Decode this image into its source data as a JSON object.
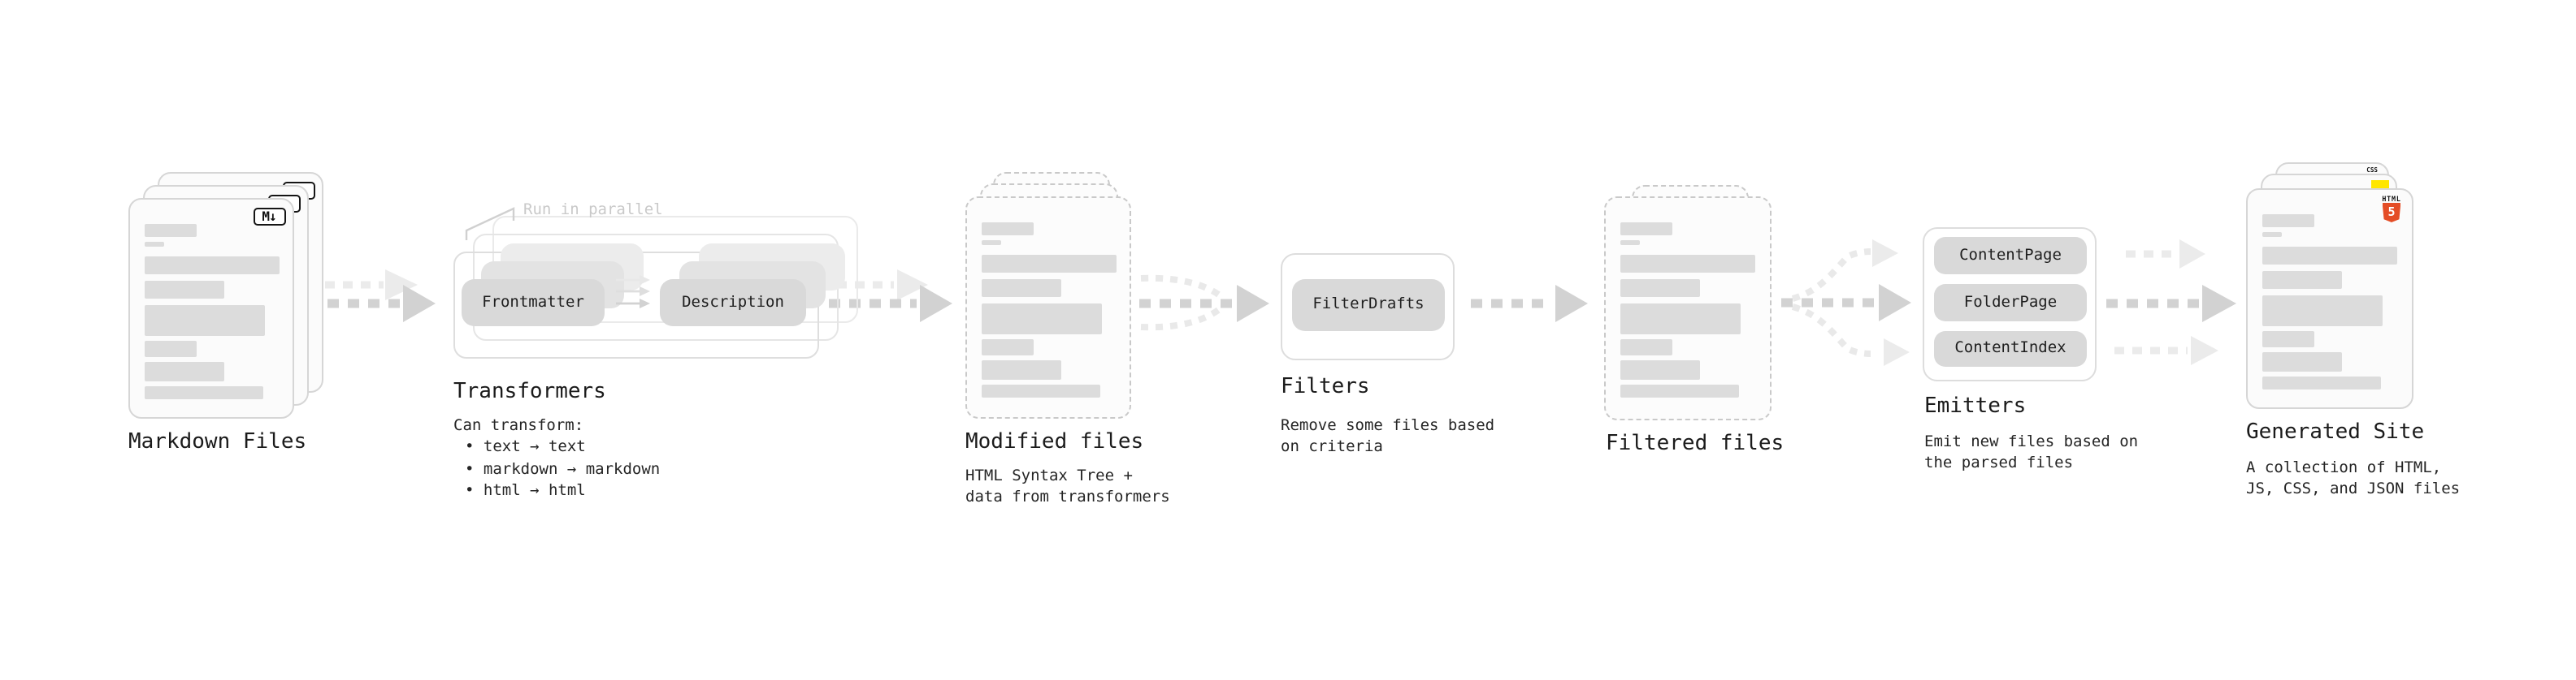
{
  "stages": {
    "markdown": {
      "label": "Markdown Files",
      "badge": "M↓"
    },
    "transformers": {
      "label": "Transformers",
      "annotation": "Run in parallel",
      "step1": "Frontmatter",
      "step2": "Description",
      "desc_title": "Can transform:",
      "bullets": [
        "• text → text",
        "• markdown → markdown",
        "• html → html"
      ]
    },
    "modified": {
      "label": "Modified files",
      "desc_line1": "HTML Syntax Tree +",
      "desc_line2": "data from transformers"
    },
    "filters": {
      "label": "Filters",
      "step1": "FilterDrafts",
      "desc_line1": "Remove some files based",
      "desc_line2": "on criteria"
    },
    "filtered": {
      "label": "Filtered files"
    },
    "emitters": {
      "label": "Emitters",
      "step1": "ContentPage",
      "step2": "FolderPage",
      "step3": "ContentIndex",
      "desc_line1": "Emit new files based on",
      "desc_line2": "the parsed files"
    },
    "generated": {
      "label": "Generated Site",
      "desc_line1": "A collection of HTML,",
      "desc_line2": "JS, CSS, and JSON files",
      "badge_css": "CSS",
      "badge_html_label": "HTML",
      "badge_html_number": "5"
    }
  },
  "colors": {
    "arrow_dark": "#d2d2d2",
    "arrow_light": "#ebebeb",
    "html5_orange": "#e44d26",
    "js_yellow": "#ffe600",
    "css_blue": "#2e6df6",
    "chip_gray": "#d9d9d9"
  }
}
